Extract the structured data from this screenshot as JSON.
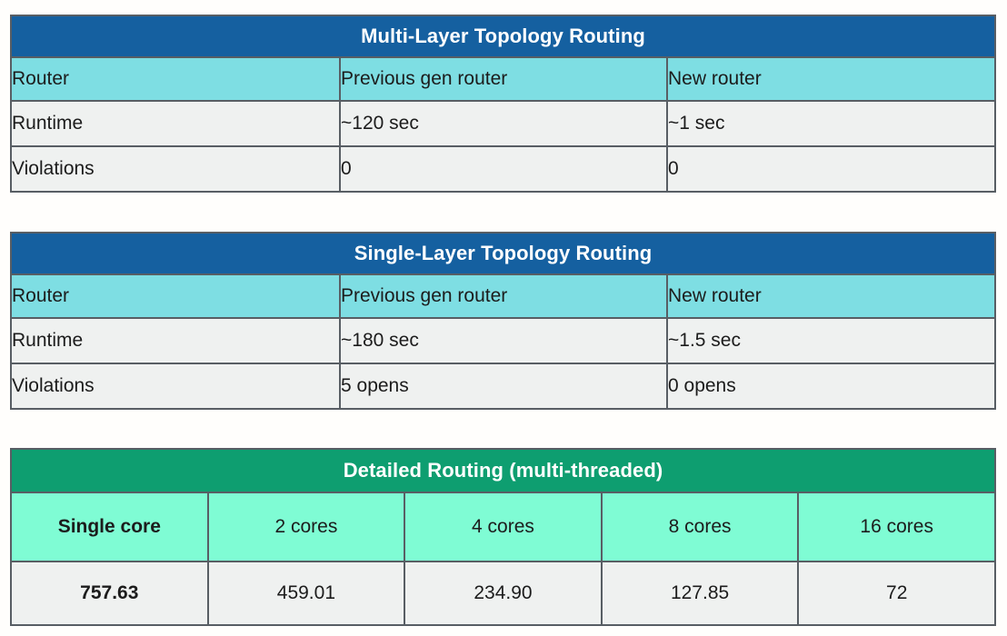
{
  "colors": {
    "banner_blue": "#1560a0",
    "banner_green": "#0e9e70",
    "column_header_cyan": "#7edee3",
    "column_header_mint": "#7ffcd4",
    "body_row_gray": "#eff1f0",
    "border_gray": "#585e64",
    "banner_text": "#ffffff",
    "body_text": "#1c1c1c",
    "page_background": "#fffefc"
  },
  "tables": [
    {
      "id": "multi-layer",
      "title": "Multi-Layer Topology Routing",
      "banner_color": "#1560a0",
      "column_header_color": "#7edee3",
      "columns": [
        "Router",
        "Previous gen router",
        "New router"
      ],
      "rows": [
        {
          "label": "Runtime",
          "previous_gen_router": "~120 sec",
          "new_router": "~1 sec"
        },
        {
          "label": "Violations",
          "previous_gen_router": "0",
          "new_router": "0"
        }
      ]
    },
    {
      "id": "single-layer",
      "title": "Single-Layer Topology Routing",
      "banner_color": "#1560a0",
      "column_header_color": "#7edee3",
      "columns": [
        "Router",
        "Previous gen router",
        "New router"
      ],
      "rows": [
        {
          "label": "Runtime",
          "previous_gen_router": "~180 sec",
          "new_router": "~1.5 sec"
        },
        {
          "label": "Violations",
          "previous_gen_router": "5 opens",
          "new_router": "0 opens"
        }
      ]
    },
    {
      "id": "detailed-routing",
      "title": "Detailed Routing (multi-threaded)",
      "banner_color": "#0e9e70",
      "column_header_color": "#7ffcd4",
      "columns": [
        "Single core",
        "2 cores",
        "4 cores",
        "8 cores",
        "16 cores"
      ],
      "values": [
        "757.63",
        "459.01",
        "234.90",
        "127.85",
        "72"
      ]
    }
  ]
}
